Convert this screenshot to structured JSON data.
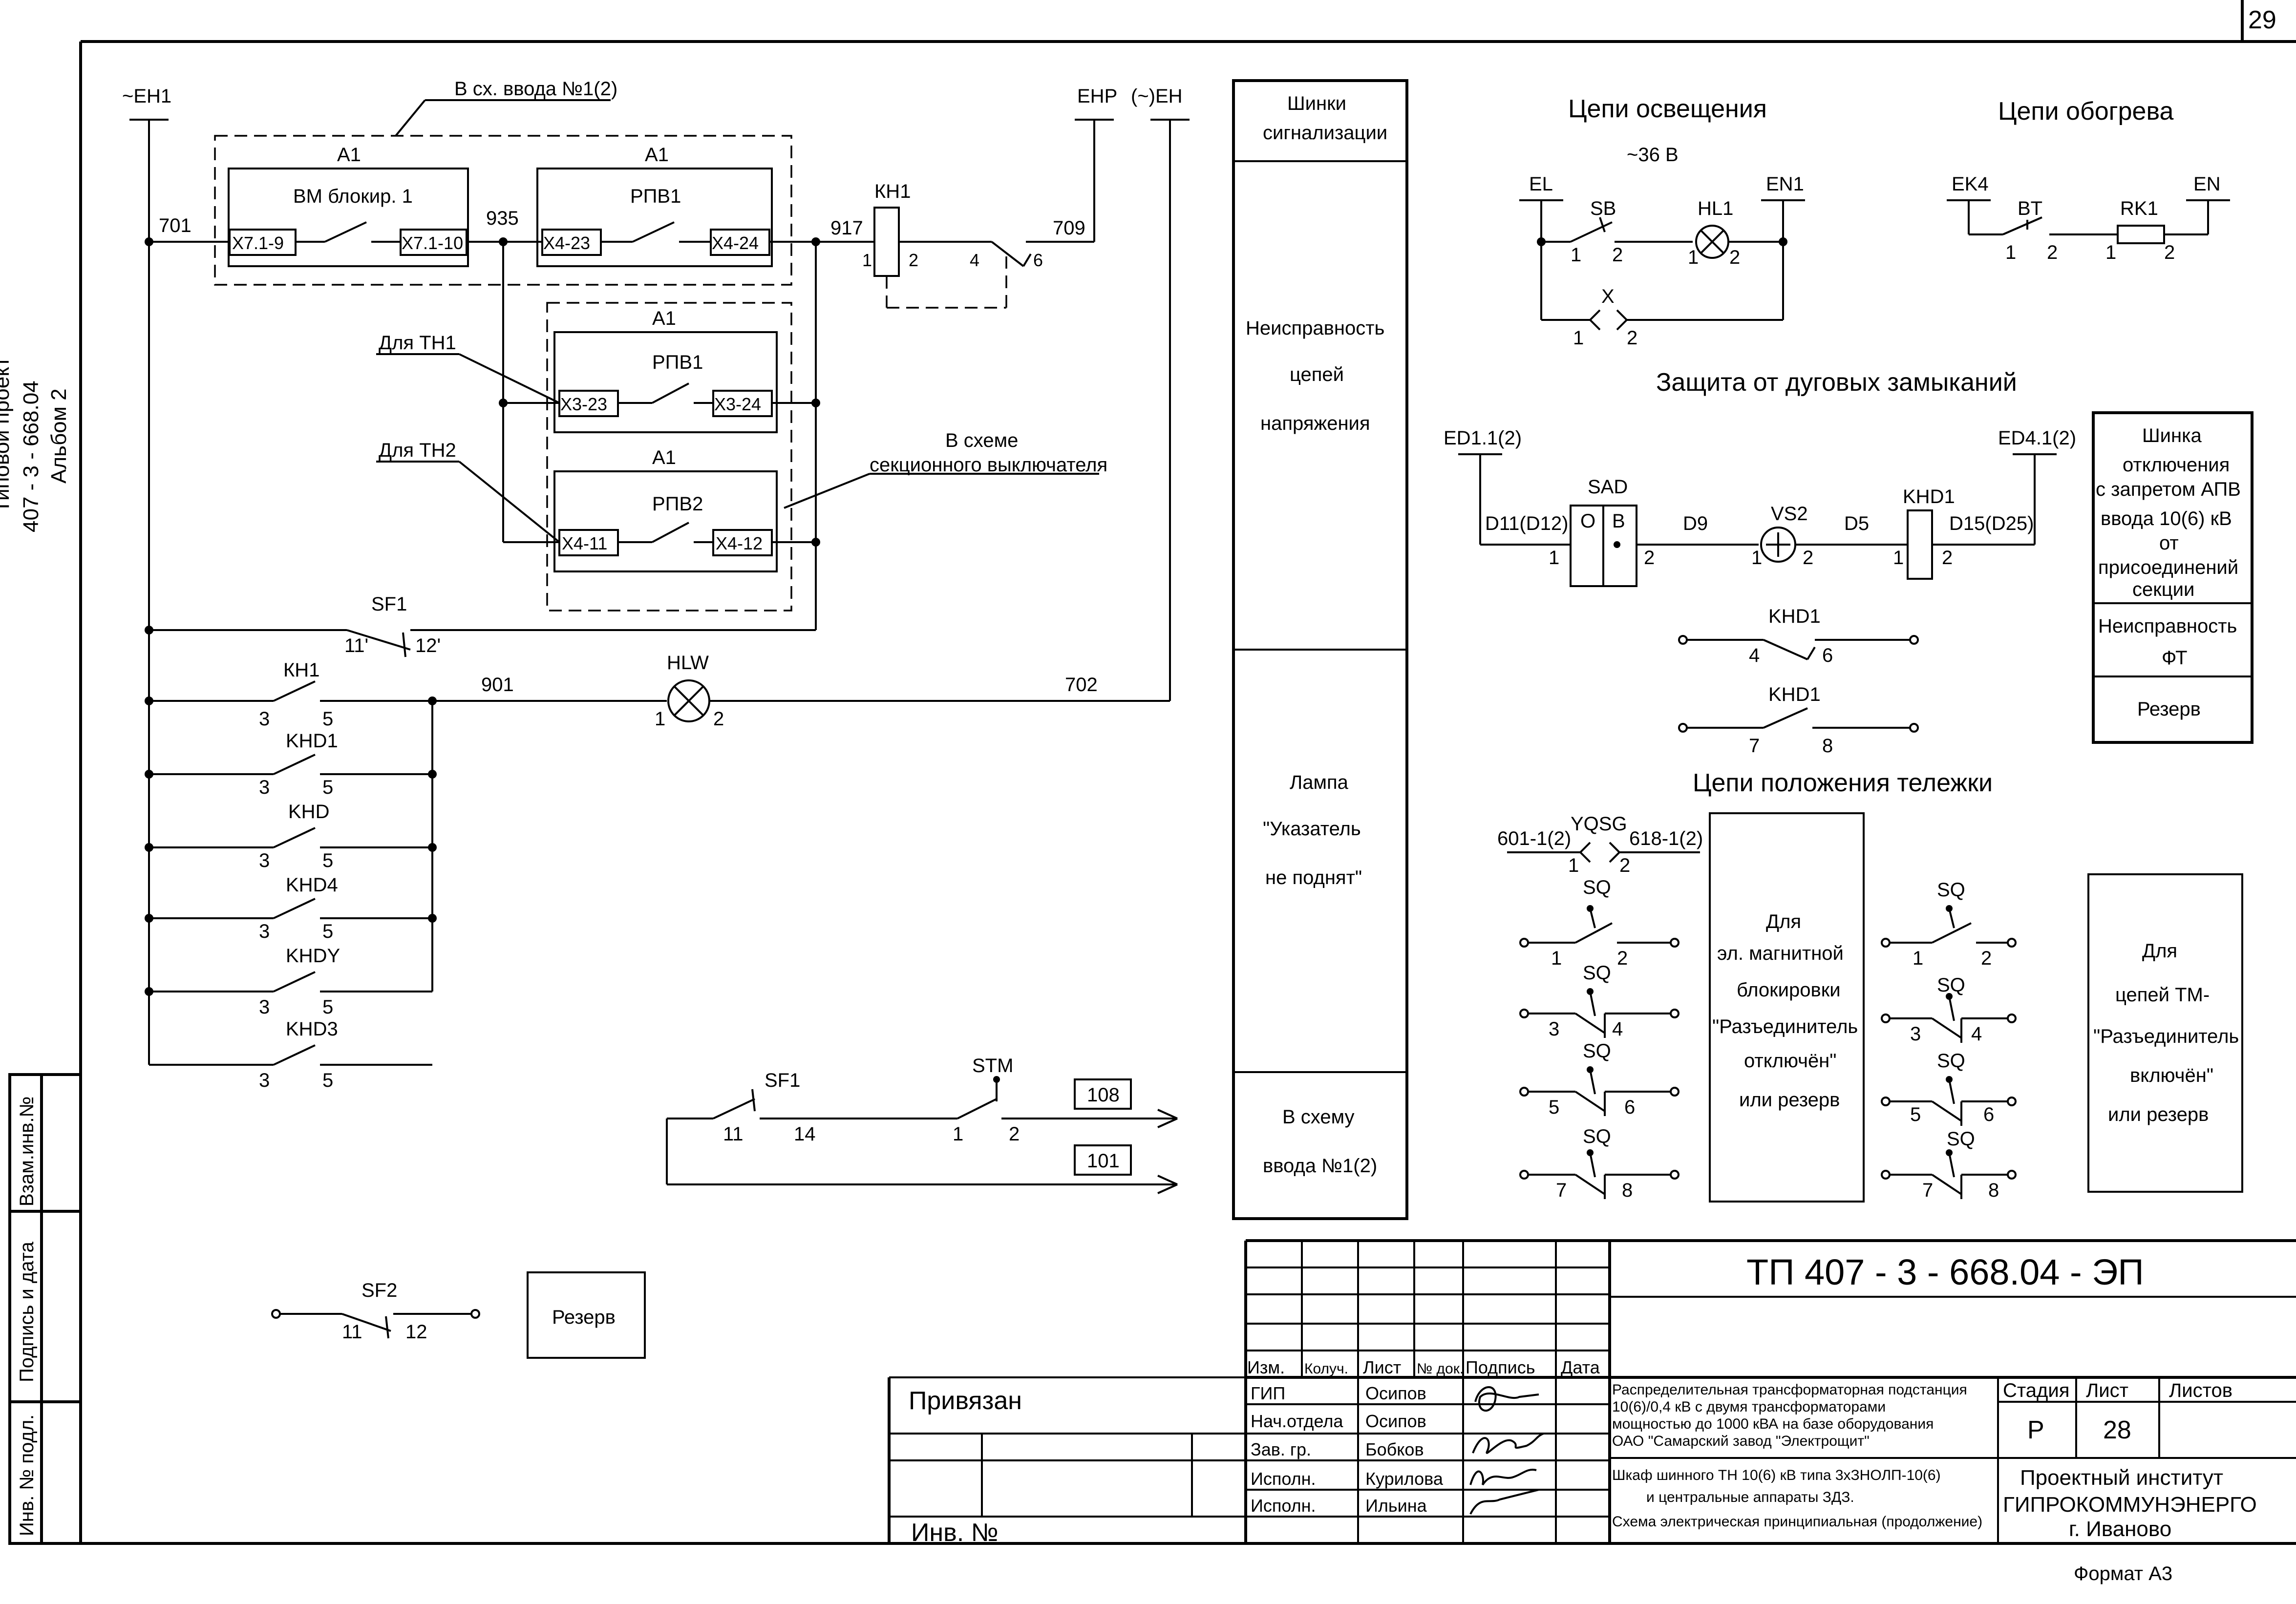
{
  "sheet": {
    "page_number": "29",
    "format": "Формат А3",
    "project_code": "ТП 407 - 3 - 668.04 - ЭП",
    "side_project": "407 - 3 - 668.04",
    "side_album": "Альбом 2",
    "side_top_cut": "Типовой проект"
  },
  "left_stamp": {
    "inv_orig": "Инв. № подл.",
    "sign_date": "Подпись и дата",
    "vzam": "Взам.инв.№"
  },
  "schematic": {
    "bus_eh1": "~ЕН1",
    "bus_ehp": "ЕНР",
    "bus_eh": "(~)ЕН",
    "ref_input": "В сх. ввода №1(2)",
    "a1": "А1",
    "vm_block": "ВМ блокир. 1",
    "rpv1": "РПВ1",
    "rpv2": "РПВ2",
    "x71_9": "Х7.1-9",
    "x71_10": "Х7.1-10",
    "x4_23": "Х4-23",
    "x4_24": "Х4-24",
    "x3_23": "Х3-23",
    "x3_24": "Х3-24",
    "x4_11": "Х4-11",
    "x4_12": "Х4-12",
    "w701": "701",
    "w935": "935",
    "w917": "917",
    "w709": "709",
    "w901": "901",
    "w702": "702",
    "kh1": "КН1",
    "for_th1": "Для ТН1",
    "for_th2": "Для ТН2",
    "sect_breaker_1": "В схеме",
    "sect_breaker_2": "секционного выключателя",
    "sf1": "SF1",
    "sf1_11p": "11'",
    "sf1_12p": "12'",
    "hlw": "HLW",
    "khd1": "KHD1",
    "khd": "KHD",
    "khd4": "KHD4",
    "khdy": "KHDY",
    "khd3": "KHD3",
    "stm": "STM",
    "out_108": "108",
    "out_101": "101",
    "sf2": "SF2",
    "reserve": "Резерв"
  },
  "buses": {
    "title_1": "Шинки",
    "title_2": "сигнализации",
    "s1_1": "Неисправность",
    "s1_2": "цепей",
    "s1_3": "напряжения",
    "s2_1": "Лампа",
    "s2_2": "\"Указатель",
    "s2_3": "не поднят\"",
    "s3_1": "В схему",
    "s3_2": "ввода №1(2)"
  },
  "lighting": {
    "title": "Цепи освещения",
    "voltage": "~36 В",
    "el": "EL",
    "en1": "EN1",
    "sb": "SB",
    "hl1": "HL1",
    "x": "X"
  },
  "heating": {
    "title": "Цепи обогрева",
    "ek4": "EK4",
    "en": "EN",
    "bt": "BT",
    "rk1": "RK1"
  },
  "arc": {
    "title": "Защита от дуговых замыканий",
    "ed11": "ED1.1(2)",
    "ed41": "ED4.1(2)",
    "sad": "SAD",
    "d11": "D11(D12)",
    "d9": "D9",
    "d5": "D5",
    "d15": "D15(D25)",
    "vs2": "VS2",
    "khd1": "KHD1",
    "sad_o": "О",
    "sad_b": "В"
  },
  "right_box": {
    "b1_lines": [
      "Шинка",
      "отключения",
      "с запретом АПВ",
      "ввода 10(6) кВ",
      "от",
      "присоединений",
      "секции"
    ],
    "b2_lines": [
      "Неисправность",
      "ФТ"
    ],
    "b3": "Резерв"
  },
  "trolley": {
    "title": "Цепи положения тележки",
    "w601": "601-1(2)",
    "w618": "618-1(2)",
    "yqsg": "YQSG",
    "sq": "SQ",
    "box1": [
      "Для",
      "эл. магнитной",
      "блокировки",
      "\"Разъединитель",
      "отключён\"",
      "или резерв"
    ],
    "box2": [
      "Для",
      "цепей ТМ-",
      "\"Разъединитель",
      "включён\"",
      "или резерв"
    ]
  },
  "title_block": {
    "privyazan": "Привязан",
    "inv_no": "Инв. №",
    "col_izm": "Изм.",
    "col_koluch": "Колуч.",
    "col_list": "Лист",
    "col_ndok": "№ док.",
    "col_podpis": "Подпись",
    "col_data": "Дата",
    "roles": [
      "ГИП",
      "Нач.отдела",
      "Зав. гр.",
      "Исполн.",
      "Исполн."
    ],
    "names": [
      "Осипов",
      "Осипов",
      "Бобков",
      "Курилова",
      "Ильина"
    ],
    "desc_1": [
      "Распределительная трансформаторная подстанция",
      "10(6)/0,4 кВ с двумя трансформаторами",
      "мощностью до 1000 кВА на базе оборудования",
      "ОАО \"Самарский завод \"Электрощит\""
    ],
    "desc_2": [
      "Шкаф шинного ТН 10(6) кВ типа 3хЗНОЛП-10(6)",
      "и центральные аппараты ЗДЗ.",
      "Схема электрическая принципиальная (продолжение)"
    ],
    "stage_h": "Стадия",
    "sheet_h": "Лист",
    "sheets_h": "Листов",
    "stage": "Р",
    "sheet": "28",
    "org_1": "Проектный институт",
    "org_2": "ГИПРОКОММУНЭНЕРГО",
    "org_3": "г. Иваново"
  }
}
